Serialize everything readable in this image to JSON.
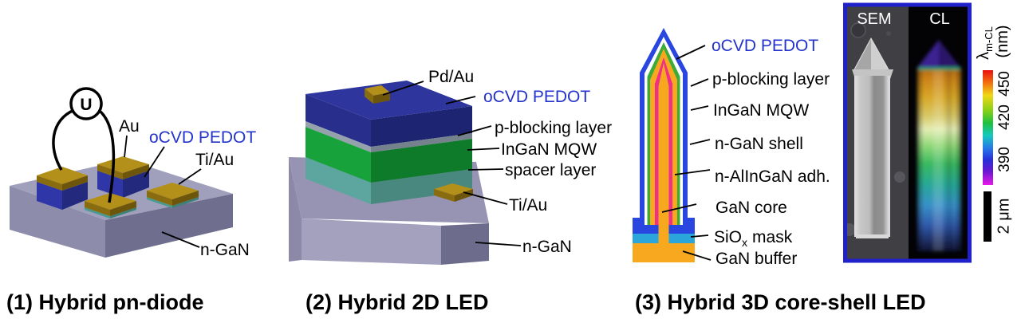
{
  "panel1": {
    "caption": "(1) Hybrid pn-diode",
    "labels": {
      "voltage": "U",
      "au": "Au",
      "pedot": "oCVD PEDOT",
      "tiau": "Ti/Au",
      "ngan": "n-GaN"
    }
  },
  "panel2": {
    "caption": "(2) Hybrid 2D LED",
    "labels": {
      "pdau": "Pd/Au",
      "pedot": "oCVD PEDOT",
      "pblock": "p-blocking layer",
      "mqw": "InGaN MQW",
      "spacer": "spacer layer",
      "tiau": "Ti/Au",
      "ngan": "n-GaN"
    }
  },
  "panel3": {
    "caption": "(3) Hybrid 3D core-shell LED",
    "labels": {
      "pedot": "oCVD PEDOT",
      "pblock": "p-blocking layer",
      "mqw": "InGaN MQW",
      "nganshell": "n-GaN shell",
      "adh": "n-AlInGaN adh.",
      "core": "GaN core",
      "sio": "SiO",
      "sio_sub": "x",
      "sio_rest": "mask",
      "buffer": "GaN buffer"
    }
  },
  "micrograph": {
    "sem_label": "SEM",
    "cl_label": "CL",
    "colorbar": {
      "lambda": "λ",
      "lambda_sub": "m-CL",
      "unit": "(nm)",
      "ticks": [
        "450",
        "420",
        "390"
      ]
    },
    "scalebar": "2 μm"
  },
  "colors": {
    "pedot_label_blue": "#2333cc",
    "gold_top": "#b3901a",
    "pedot_fill_blue": "#2946e0",
    "mqw_green": "#3bac39",
    "shell_orange": "#f7a81e",
    "adhesion_pink": "#ef2f88",
    "mask_cyan": "#2aa6da",
    "substrate_gray": "#a09fbc",
    "frame_blue": "#2121cb"
  }
}
